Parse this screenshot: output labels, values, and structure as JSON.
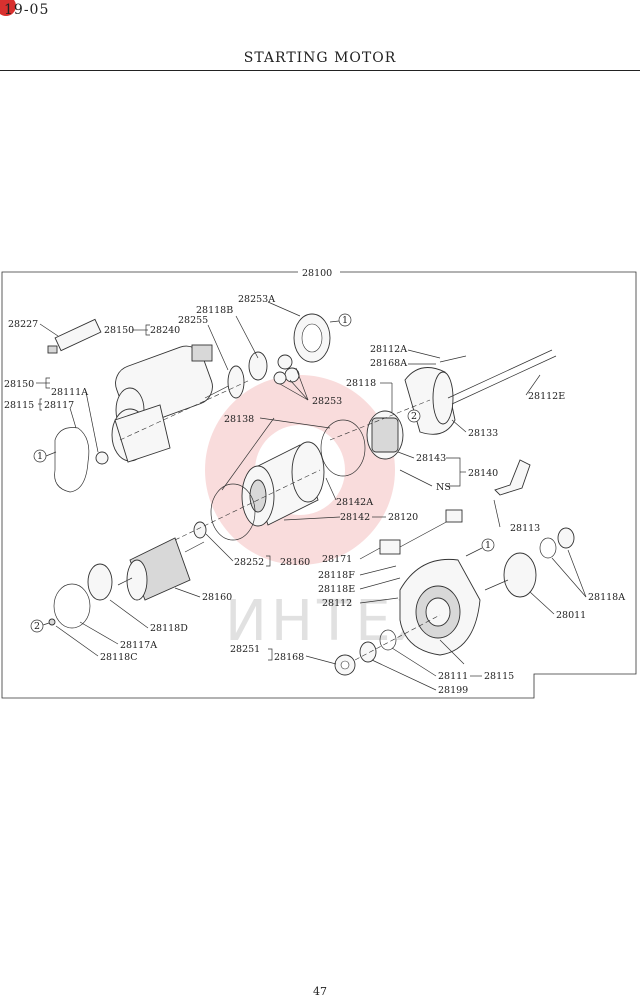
{
  "header": {
    "page_code": "19-05",
    "title": "STARTING MOTOR"
  },
  "footer": {
    "page_number": "47"
  },
  "watermark": {
    "text": "ИНТЕХ",
    "color": "#f4c0c0"
  },
  "accent_color": "#d8312f",
  "parts": {
    "p28100": "28100",
    "p28227": "28227",
    "p28150a": "28150",
    "p28240": "28240",
    "p28255": "28255",
    "p28118B": "28118B",
    "p28253A": "28253A",
    "p28150b": "28150",
    "p28111A": "28111A",
    "p28115a": "28115",
    "p28117": "28117",
    "p28253": "28253",
    "p28112A": "28112A",
    "p28168A": "28168A",
    "p28118": "28118",
    "p28112E": "28112E",
    "p28133": "28133",
    "p28138": "28138",
    "p28143": "28143",
    "p28140": "28140",
    "NS": "NS",
    "p28142A": "28142A",
    "p28142": "28142",
    "p28120": "28120",
    "p28113": "28113",
    "p28252": "28252",
    "p28160a": "28160",
    "p28171": "28171",
    "p28118F": "28118F",
    "p28118E": "28118E",
    "p28112": "28112",
    "p28160b": "28160",
    "p28118A": "28118A",
    "p28011": "28011",
    "p28118D": "28118D",
    "p28117A": "28117A",
    "p28118C": "28118C",
    "p28251": "28251",
    "p28168": "28168",
    "p28111": "28111",
    "p28115b": "28115",
    "p28199": "28199"
  },
  "callouts": {
    "c1": "1",
    "c2": "2"
  }
}
